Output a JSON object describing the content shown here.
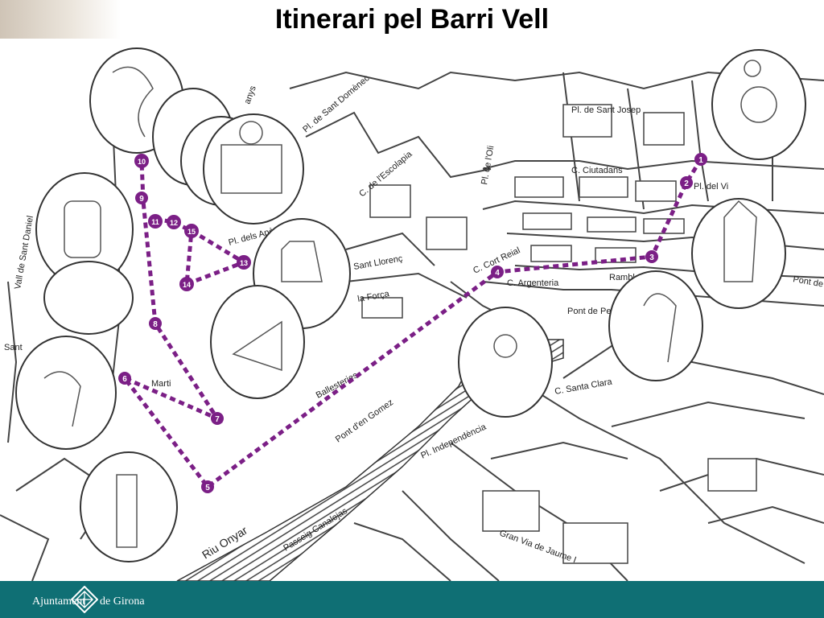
{
  "title": "Itinerari pel Barri Vell",
  "footer": {
    "left_text": "Ajuntament",
    "right_text": "de Girona"
  },
  "colors": {
    "route": "#7b1f86",
    "footer": "#0f6f74",
    "street": "#444444"
  },
  "stops": [
    "1",
    "2",
    "3",
    "4",
    "5",
    "6",
    "7",
    "8",
    "9",
    "10",
    "11",
    "12",
    "13",
    "14",
    "15"
  ],
  "labels": [
    "Pl. de Sant Domènec",
    "C. de l'Escolapia",
    "Pl. de Sant Josep",
    "C. Ciutadans",
    "Pl. del Vi",
    "Pl. de l'Oli",
    "C. Cort Reial",
    "C. Argenteria",
    "Rambla",
    "Pont de Peixateries",
    "Pont de Pedra",
    "Sant Llorenç",
    "la Força",
    "Pl. dels Apòstols",
    "Vall de Sant Daniel",
    "Sant",
    "Marti",
    "Ballesteries",
    "Pont d'en Gomez",
    "Riu Onyar",
    "Passeig Canalejas",
    "Pl. Independència",
    "Gran Via de Jaume I",
    "C. Santa Clara",
    "anys"
  ],
  "medallions": [
    "serpent-medallion",
    "fox-medallion",
    "figure-medallion",
    "monk-pulpit-medallion",
    "demon-medallion",
    "bell-medallion",
    "sword-pig-medallion",
    "bearded-figure-medallion",
    "wolf-child-medallion",
    "column-cat-medallion",
    "acrobat-medallion",
    "fish-man-medallion",
    "cat-mask-medallion",
    "turban-head-medallion"
  ]
}
